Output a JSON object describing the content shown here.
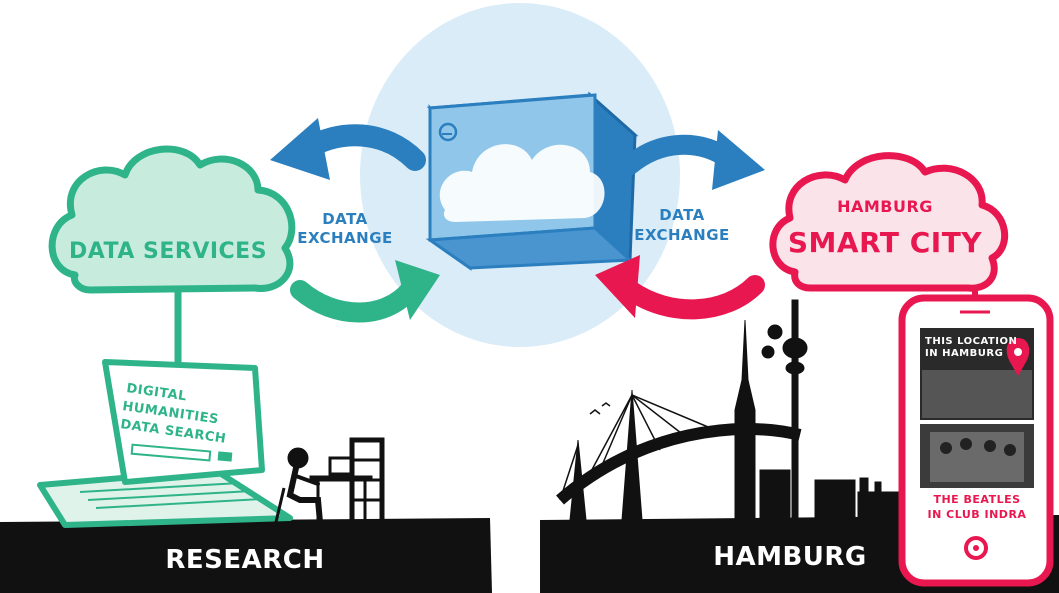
{
  "left_cloud": {
    "label": "DATA SERVICES"
  },
  "left_exchange": {
    "line1": "DATA",
    "line2": "EXCHANGE"
  },
  "right_exchange": {
    "line1": "DATA",
    "line2": "EXCHANGE"
  },
  "right_cloud": {
    "line1": "HAMBURG",
    "line2": "SMART CITY"
  },
  "laptop_screen": {
    "line1": "DIGITAL",
    "line2": "HUMANITIES",
    "line3": "DATA SEARCH"
  },
  "ground_left": {
    "label": "RESEARCH"
  },
  "ground_right": {
    "label": "HAMBURG"
  },
  "phone": {
    "photo1_line1": "THIS LOCATION",
    "photo1_line2": "IN HAMBURG",
    "caption_line1": "THE BEATLES",
    "caption_line2": "IN CLUB INDRA"
  },
  "colors": {
    "green": "#2fb48a",
    "blue": "#2b7fbf",
    "red": "#e8174f",
    "light_blue": "#d9ecf8",
    "cube": "#5aa8d8",
    "black": "#111111"
  }
}
